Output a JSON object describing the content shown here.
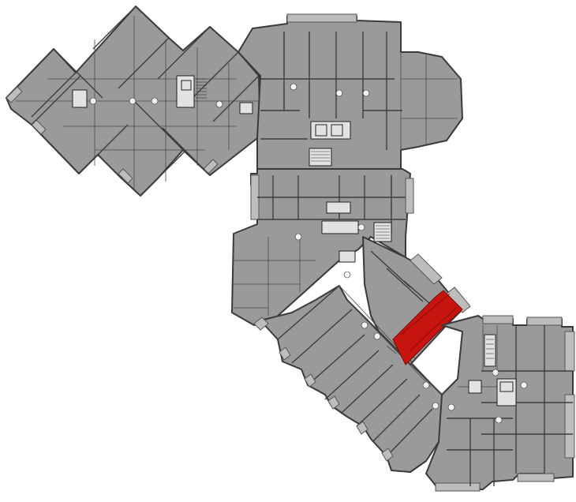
{
  "map": {
    "type": "floor-plan",
    "colors": {
      "floor": "#9a9a9a",
      "walls": "#3a3a3a",
      "background": "#ffffff",
      "selected_unit": "#c8140f",
      "core": "#e2e2e2"
    },
    "wings": [
      "north-west-diamond-wing",
      "north-rotunda-wing",
      "central-wing",
      "south-diagonal-wing",
      "south-east-wing"
    ],
    "selected_unit": "highlighted-apartment"
  }
}
